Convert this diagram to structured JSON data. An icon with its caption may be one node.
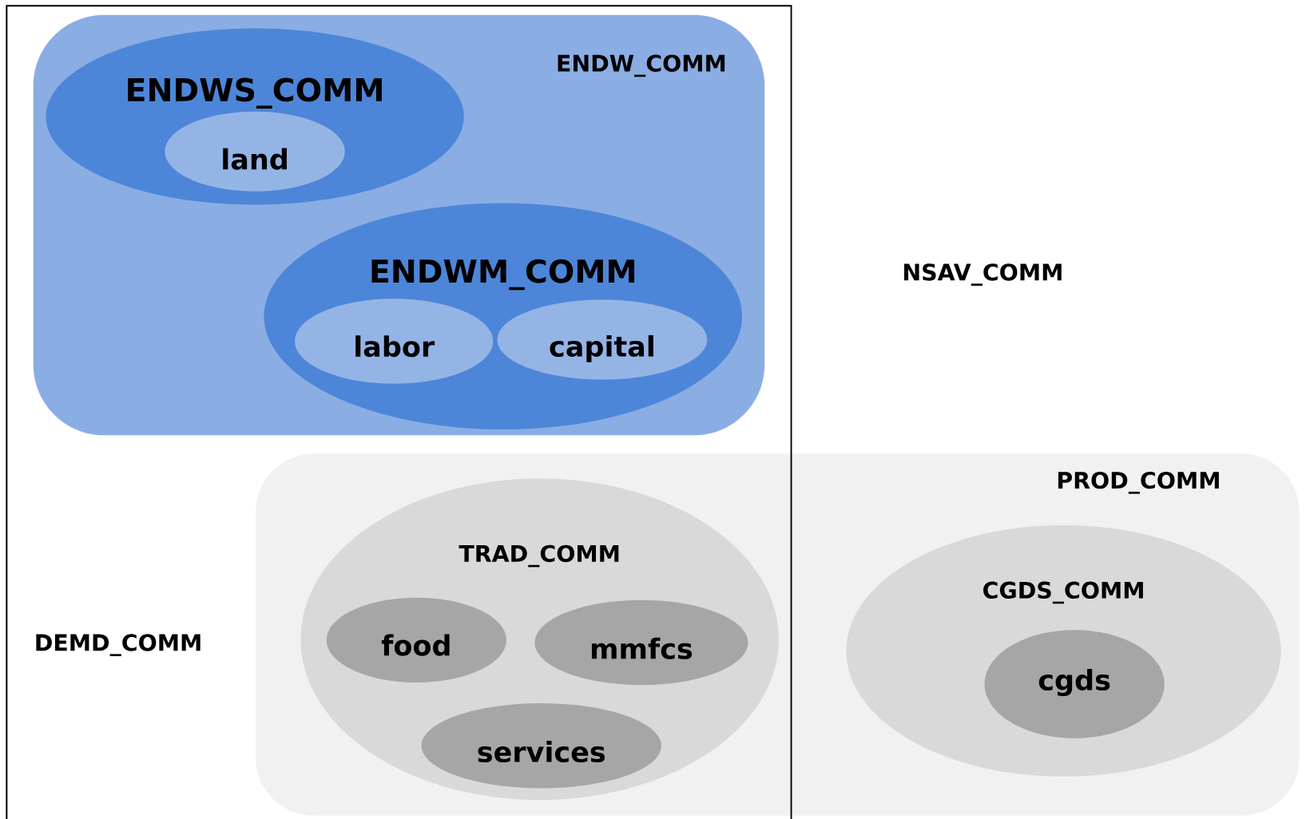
{
  "diagram": {
    "nodes": [
      {
        "text": [
          "DEMD_COMM"
        ]
      },
      {
        "text": [
          "ENDW_COMM"
        ],
        "in": 0
      },
      {
        "text": [
          "ENDWS_COMM"
        ],
        "in": 1
      },
      {
        "text": [
          "land"
        ],
        "in": 2
      },
      {
        "text": [
          "ENDWM_COMM"
        ],
        "in": 1
      },
      {
        "text": [
          "labor"
        ],
        "in": 4
      },
      {
        "text": [
          "capital"
        ],
        "in": 4
      },
      {
        "text": [
          "PROD_COMM"
        ]
      },
      {
        "text": [
          "TRAD_COMM"
        ]
      },
      {
        "text": [
          "food"
        ],
        "in": 8
      },
      {
        "text": [
          "mmfcs"
        ],
        "in": 8
      },
      {
        "text": [
          "services"
        ],
        "in": 8
      },
      {
        "text": [
          "CGDS_COMM"
        ],
        "in": 7
      },
      {
        "text": [
          "cgds"
        ],
        "in": 12
      }
    ],
    "labels": [
      "NSAV_COMM"
    ]
  }
}
